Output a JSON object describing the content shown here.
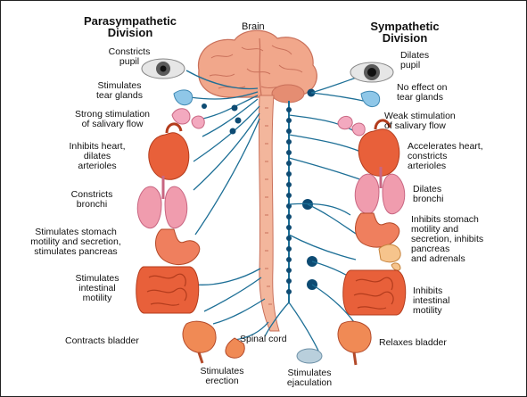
{
  "headings": {
    "parasympathetic": "Parasympathetic\nDivision",
    "sympathetic": "Sympathetic\nDivision"
  },
  "center": {
    "brain": "Brain",
    "spinal_cord": "Spinal cord"
  },
  "parasympathetic_effects": {
    "pupil": "Constricts\npupil",
    "tear": "Stimulates\ntear glands",
    "saliva": "Strong stimulation\nof salivary flow",
    "heart": "Inhibits heart,\ndilates\narterioles",
    "bronchi": "Constricts\nbronchi",
    "stomach": "Stimulates stomach\nmotility and secretion,\nstimulates pancreas",
    "intestine": "Stimulates\nintestinal\nmotility",
    "bladder": "Contracts bladder",
    "erection": "Stimulates\nerection"
  },
  "sympathetic_effects": {
    "pupil": "Dilates\npupil",
    "tear": "No effect on\ntear glands",
    "saliva": "Weak stimulation\nof salivary flow",
    "heart": "Accelerates heart,\nconstricts\narterioles",
    "bronchi": "Dilates\nbronchi",
    "stomach": "Inhibits stomach\nmotility and\nsecretion, inhibits\npancreas\nand adrenals",
    "intestine": "Inhibits\nintestinal\nmotility",
    "bladder": "Relaxes bladder",
    "ejaculation": "Stimulates\nejaculation"
  },
  "colors": {
    "nerve": "#1d6f96",
    "ganglion": "#0d4b73",
    "brain": "#f1a78b",
    "organ_red": "#e8603a",
    "organ_pink": "#f09cae",
    "eye": "#d9d9d9"
  }
}
